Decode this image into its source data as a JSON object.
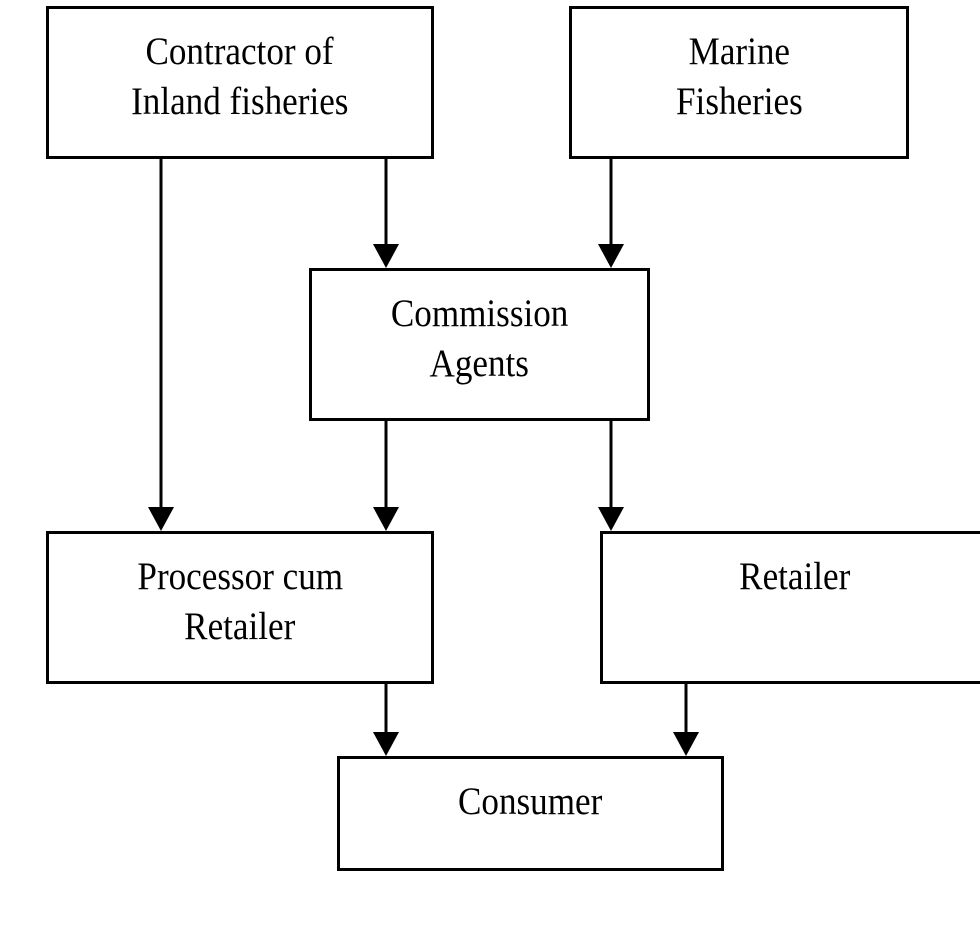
{
  "diagram": {
    "nodes": {
      "contractor": {
        "line1": "Contractor of",
        "line2": "Inland fisheries"
      },
      "marine": {
        "line1": "Marine",
        "line2": "Fisheries"
      },
      "commission": {
        "line1": "Commission",
        "line2": "Agents"
      },
      "processor": {
        "line1": "Processor cum",
        "line2": "Retailer"
      },
      "retailer": {
        "line1": "Retailer"
      },
      "consumer": {
        "line1": "Consumer"
      }
    },
    "edges": [
      {
        "from": "contractor",
        "to": "processor"
      },
      {
        "from": "contractor",
        "to": "commission"
      },
      {
        "from": "marine",
        "to": "commission"
      },
      {
        "from": "commission",
        "to": "processor"
      },
      {
        "from": "commission",
        "to": "retailer"
      },
      {
        "from": "processor",
        "to": "consumer"
      },
      {
        "from": "retailer",
        "to": "consumer"
      }
    ],
    "colors": {
      "line": "#000000",
      "background": "#ffffff"
    }
  }
}
